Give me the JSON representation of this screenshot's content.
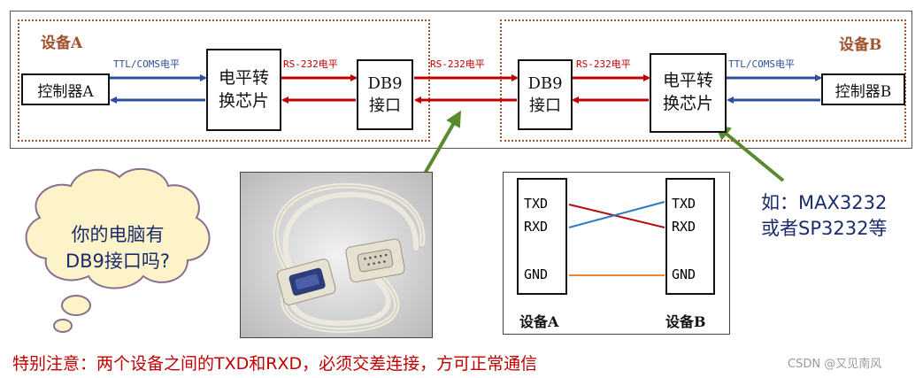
{
  "deviceA": {
    "title": "设备A",
    "controller": "控制器A",
    "converter_line1": "电平转",
    "converter_line2": "换芯片",
    "db9_line1": "DB9",
    "db9_line2": "接口",
    "ttl_label": "TTL/COMS电平",
    "rs232_label": "RS-232电平"
  },
  "cable_label": "RS-232电平",
  "deviceB": {
    "title": "设备B",
    "controller": "控制器B",
    "converter_line1": "电平转",
    "converter_line2": "换芯片",
    "db9_line1": "DB9",
    "db9_line2": "接口",
    "ttl_label": "TTL/COMS电平",
    "rs232_label": "RS-232电平"
  },
  "cloud": {
    "line1": "你的电脑有",
    "line2": "DB9接口吗?"
  },
  "note_chip": {
    "line1": "如：MAX3232",
    "line2": "或者SP3232等"
  },
  "wiring": {
    "pins_left": [
      "TXD",
      "RXD",
      "GND"
    ],
    "pins_right": [
      "TXD",
      "RXD",
      "GND"
    ],
    "label_left": "设备A",
    "label_right": "设备B"
  },
  "footer_note": "特别注意：两个设备之间的TXD和RXD，必须交差连接，方可正常通信",
  "watermark": "CSDN @又见南风",
  "colors": {
    "red_arrow": "#c00000",
    "blue_arrow": "#2e4f9c",
    "green_arrow": "#5a8a2e",
    "dashed_border": "#a0522d",
    "gnd_line": "#e8863a",
    "cross_blue": "#2b7bbf"
  }
}
